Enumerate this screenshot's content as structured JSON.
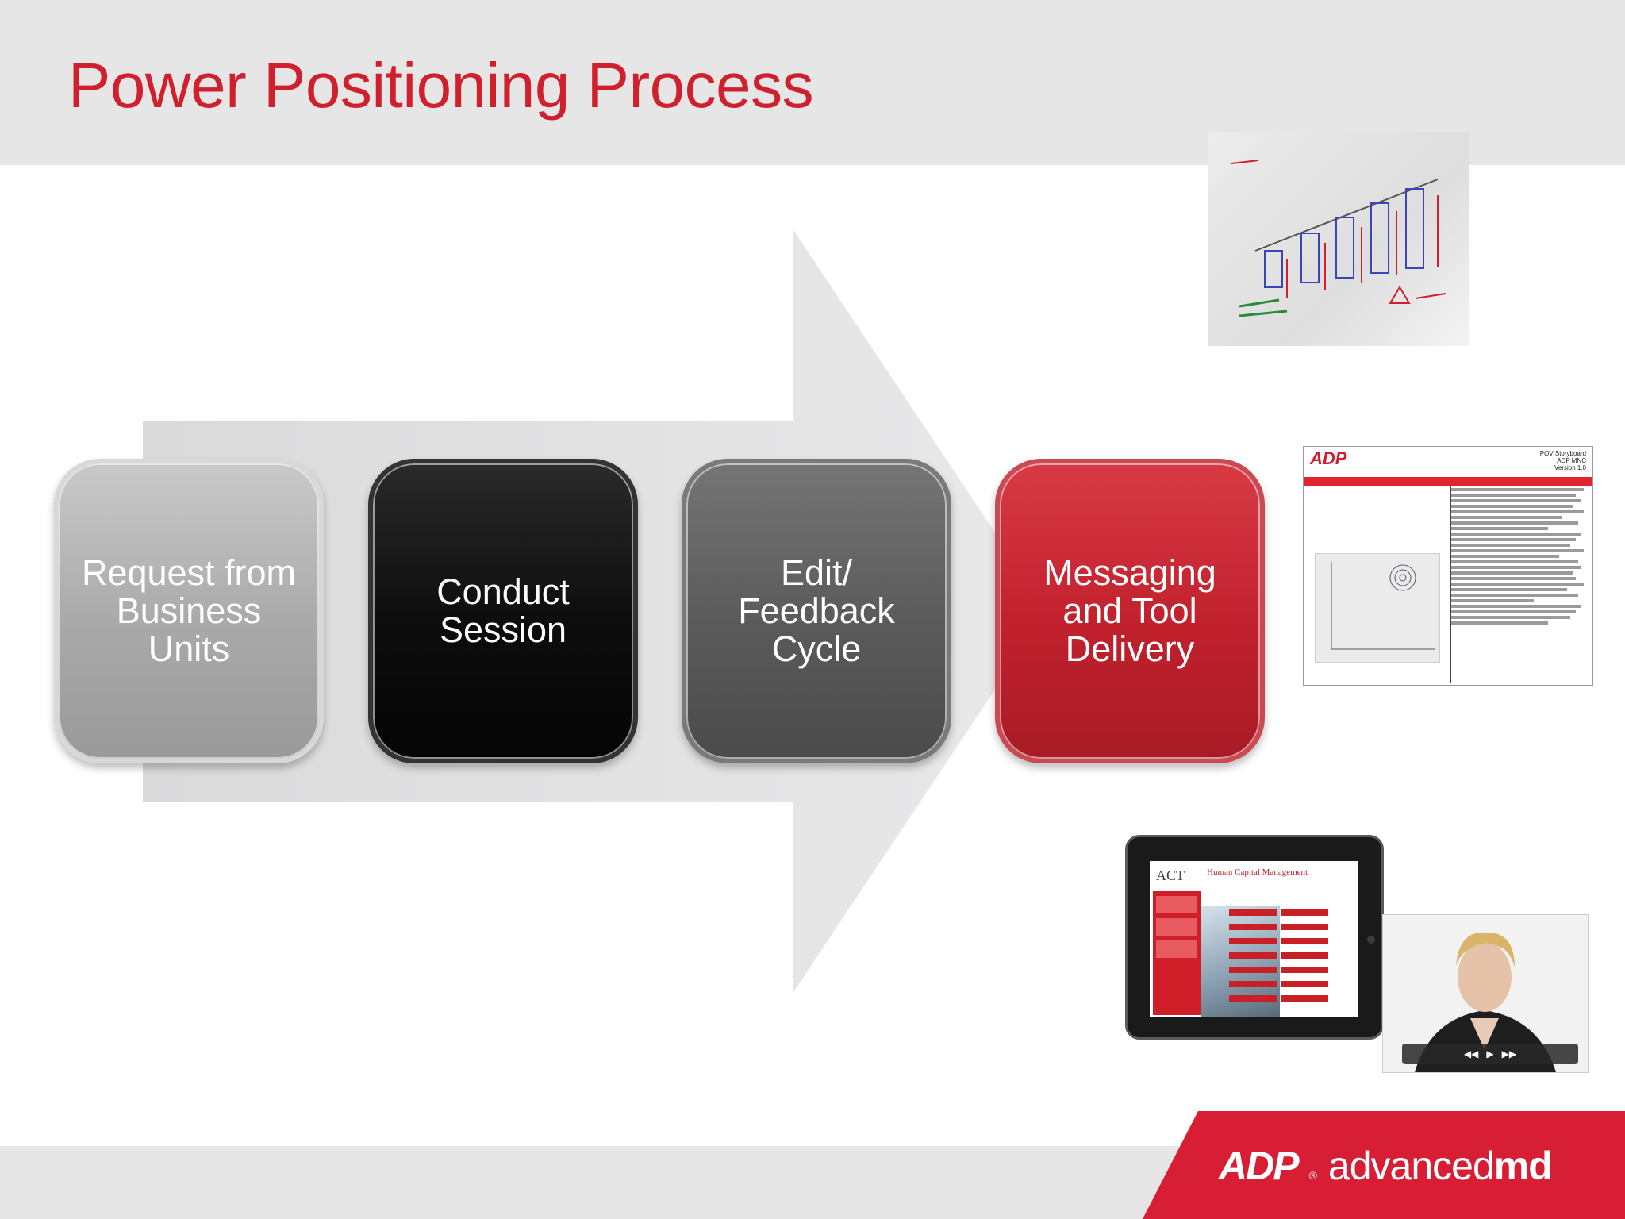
{
  "slide": {
    "title": "Power Positioning Process"
  },
  "process": {
    "steps": [
      {
        "label": "Request from\nBusiness\nUnits"
      },
      {
        "label": "Conduct\nSession"
      },
      {
        "label": "Edit/\nFeedback\nCycle"
      },
      {
        "label": "Messaging\nand Tool\nDelivery"
      }
    ]
  },
  "storyboard": {
    "logo": "ADP",
    "meta": "POV Storyboard\nADP MNC\nVersion 1.0"
  },
  "tablet": {
    "logo": "ACT",
    "title": "Human Capital Management"
  },
  "footer": {
    "brand_adp": "ADP",
    "brand_reg": "®",
    "brand_advanced": "advanced",
    "brand_md": "md"
  },
  "colors": {
    "accent": "#d0202e",
    "step_1": "#a9a9aa",
    "step_2": "#0c0c0d",
    "step_3": "#5a5a5b",
    "step_4": "#c1212d",
    "footer_red": "#d81e34",
    "header_gray": "#e6e6e7"
  }
}
